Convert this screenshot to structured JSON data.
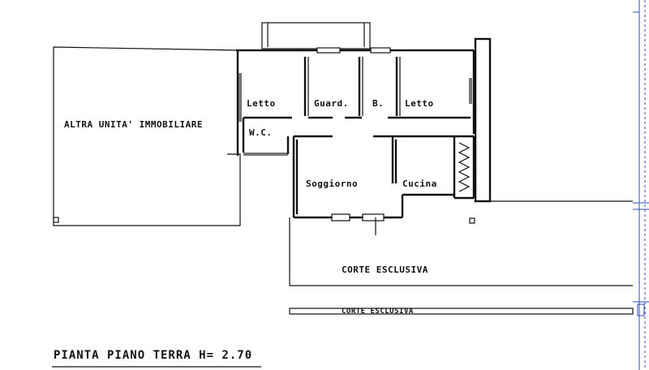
{
  "rooms": {
    "altra_unita": "ALTRA UNITA' IMMOBILIARE",
    "letto_left": "Letto",
    "guardaroba": "Guard.",
    "bagno": "B.",
    "letto_right": "Letto",
    "wc": "W.C.",
    "soggiorno": "Soggiorno",
    "cucina": "Cucina",
    "corte_esclusiva": "CORTE ESCLUSIVA",
    "corte_esclusiva_lower": "CORTE ESCLUSIVA"
  },
  "plan_title": "PIANTA PIANO TERRA H= 2.70",
  "ruler": {
    "color": "#2b4db8"
  }
}
